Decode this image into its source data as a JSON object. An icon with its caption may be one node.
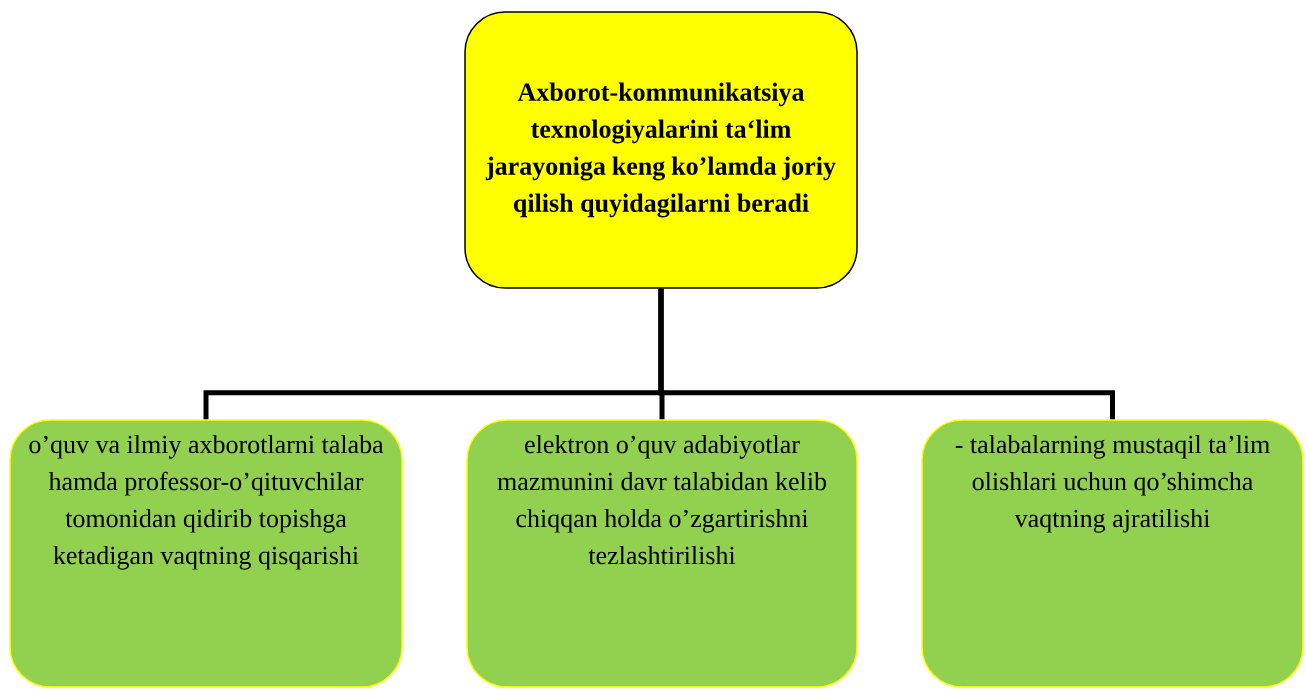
{
  "diagram": {
    "nodes": [
      {
        "text": [
          "Axborot-kommunikatsiya texnologiyalarini ta‘lim jarayoniga keng ko’lamda joriy qilish quyidagilarni beradi"
        ]
      },
      {
        "text": [
          "o’quv va ilmiy axborotlarni talaba hamda professor-o’qituvchilar tomonidan qidirib topishga ketadigan vaqtning qisqarishi"
        ]
      },
      {
        "text": [
          "elektron o’quv adabiyotlar mazmunini davr talabidan kelib chiqqan holda o’zgartirishni tezlashtirilishi"
        ]
      },
      {
        "text": [
          "- talabalarning mustaqil ta’lim olishlari uchun qo’shimcha vaqtning ajratilishi"
        ]
      }
    ],
    "edges": [
      {
        "from": 0,
        "to": 1,
        "arrow": "none"
      },
      {
        "from": 0,
        "to": 2,
        "arrow": "none"
      },
      {
        "from": 0,
        "to": 3,
        "arrow": "none"
      }
    ]
  }
}
